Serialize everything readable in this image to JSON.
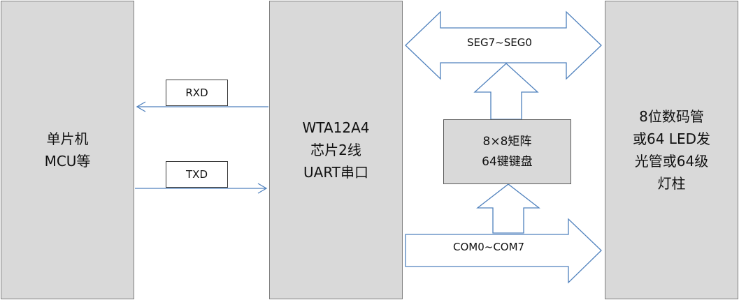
{
  "blocks": {
    "mcu": {
      "lines": [
        "单片机",
        "MCU等"
      ]
    },
    "wta": {
      "lines": [
        "WTA12A4",
        "芯片2线",
        "UART串口"
      ]
    },
    "led": {
      "lines": [
        "8位数码管",
        "或64 LED发",
        "光管或64级",
        "灯柱"
      ]
    },
    "keypad": {
      "lines": [
        "8×8矩阵",
        "64键键盘"
      ]
    }
  },
  "signals": {
    "rxd": "RXD",
    "txd": "TXD",
    "seg": "SEG7~SEG0",
    "com": "COM0~COM7"
  },
  "colors": {
    "block_fill": "#d9d9d9",
    "signal_line": "#4f81bd",
    "arrow_outline": "#4f81bd"
  }
}
